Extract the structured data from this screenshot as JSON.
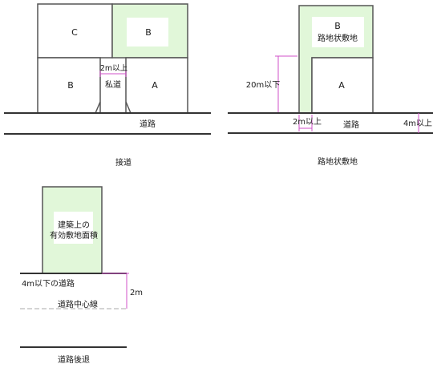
{
  "colors": {
    "lot_fill": "#e1f7d9",
    "lot_green": "#c8efbf",
    "outline": "#555555",
    "road": "#333333",
    "dimension": "#d050c8",
    "dashed": "#aaaaaa"
  },
  "diagram1": {
    "caption": "接道",
    "lot_a": "A",
    "lot_b": "B",
    "lot_c": "C",
    "lot_b_top": "B",
    "private_road": "私道",
    "min_width": "2m以上",
    "road": "道路"
  },
  "diagram2": {
    "caption": "路地状敷地",
    "lot_b": "B",
    "lot_b_sub": "路地状敷地",
    "lot_a": "A",
    "max_length": "20m以下",
    "min_width": "2m以上",
    "road": "道路",
    "road_width": "4m以上"
  },
  "diagram3": {
    "caption": "道路後退",
    "effective_line1": "建築上の",
    "effective_line2": "有効敷地面積",
    "narrow_road": "4m以下の道路",
    "centerline": "道路中心線",
    "setback": "2m"
  }
}
